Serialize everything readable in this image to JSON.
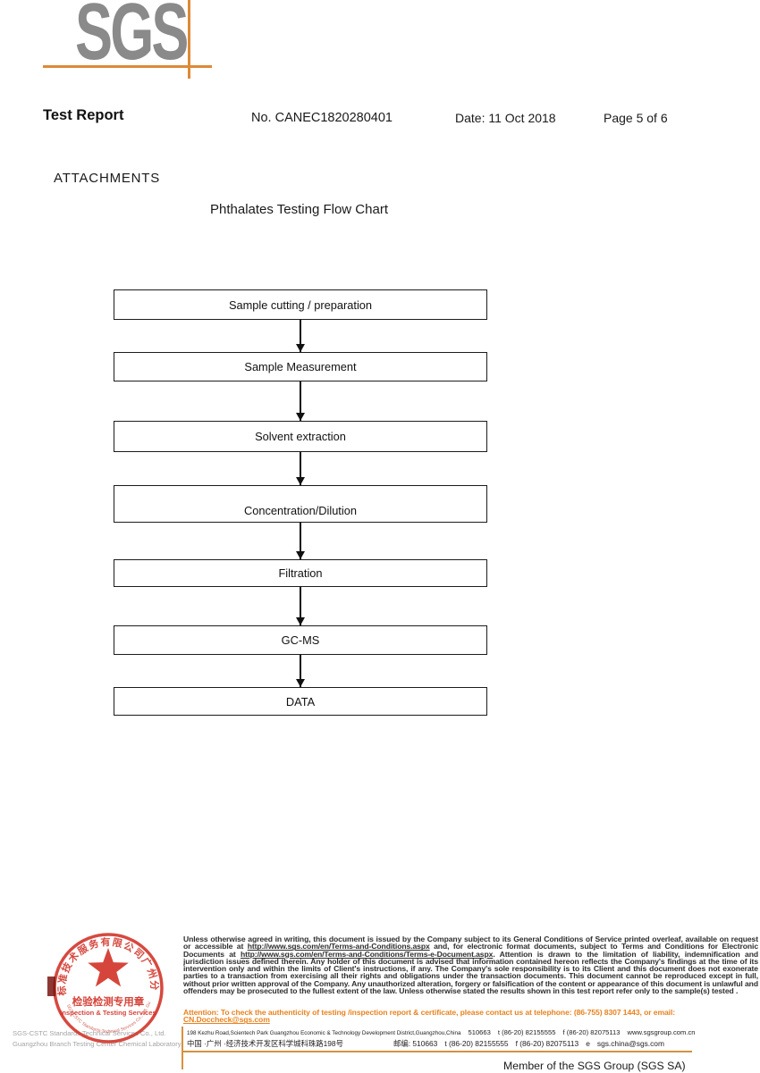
{
  "logo": {
    "text": "SGS"
  },
  "header": {
    "title": "Test Report",
    "report_no": "No. CANEC1820280401",
    "date": "Date: 11 Oct 2018",
    "page": "Page 5 of 6"
  },
  "attachments_label": "ATTACHMENTS",
  "flowchart": {
    "title": "Phthalates Testing Flow Chart",
    "steps": [
      {
        "label": "Sample cutting / preparation"
      },
      {
        "label": "Sample Measurement"
      },
      {
        "label": "Solvent extraction"
      },
      {
        "label": "Concentration/Dilution"
      },
      {
        "label": "Filtration"
      },
      {
        "label": "GC-MS"
      },
      {
        "label": "DATA"
      }
    ]
  },
  "stamp": {
    "arc_text_cn": "标准技术服务有限公司广州分公司",
    "arc_text_en": "SGS-CSTC Standards Technical Services Co., Ltd. Guangzhou Branch",
    "center_line_cn": "检验检测专用章",
    "center_line_en": "Inspection & Testing Services"
  },
  "footer": {
    "company_line1": "SGS-CSTC Standards Technical Services Co., Ltd.",
    "company_line2": "Guangzhou Branch Testing Center Chemical Laboratory.",
    "disclaimer": {
      "seg1": "Unless otherwise agreed in writing, this document is issued by the Company subject to its General Conditions of Service printed overleaf, available on request or accessible at ",
      "url1": "http://www.sgs.com/en/Terms-and-Conditions.aspx",
      "seg2": " and, for electronic format documents, subject to Terms and Conditions for Electronic Documents at ",
      "url2": "http://www.sgs.com/en/Terms-and-Conditions/Terms-e-Document.aspx",
      "seg3": ". Attention is drawn to the limitation of liability, indemnification and jurisdiction issues defined therein. Any holder of this document is advised that information contained hereon reflects the Company's findings at the time of its intervention only and within the limits of Client's instructions, if any. The Company's sole responsibility is to its Client and this document does not exonerate parties to a transaction from exercising all their rights and obligations under the transaction documents. This document cannot be reproduced except in full, without prior written approval of the Company. Any unauthorized alteration, forgery or falsification of the content or appearance of this document is unlawful and offenders may be prosecuted to the fullest extent of the law. Unless otherwise stated the results shown in this test report refer only to the sample(s) tested ."
    },
    "attention": {
      "prefix": "Attention: To check the authenticity of testing /inspection report & certificate, please contact us at telephone: (86-755) 8307 1443, or email: ",
      "email": "CN.Doccheck@sgs.com"
    },
    "address": {
      "en_street": "198 Kezhu Road,Scientech Park Guangzhou Economic & Technology Development District,Guangzhou,China",
      "en_postal": "510663",
      "en_tel": "t (86-20) 82155555",
      "en_fax": "f (86-20) 82075113",
      "en_web": "www.sgsgroup.com.cn",
      "cn_street": "中国 ·广州 ·经济技术开发区科学城科珠路198号",
      "cn_postal_label": "邮编: 510663",
      "cn_tel": "t (86-20) 82155555",
      "cn_fax": "f (86-20) 82075113",
      "cn_email_label": "e",
      "cn_email": "sgs.china@sgs.com"
    },
    "member": "Member of the SGS Group (SGS SA)"
  },
  "colors": {
    "accent_orange_lines": "#dd8a38",
    "attention_orange": "#e8821e",
    "stamp_red": "#d2352a",
    "logo_gray": "#8a8a8a"
  }
}
